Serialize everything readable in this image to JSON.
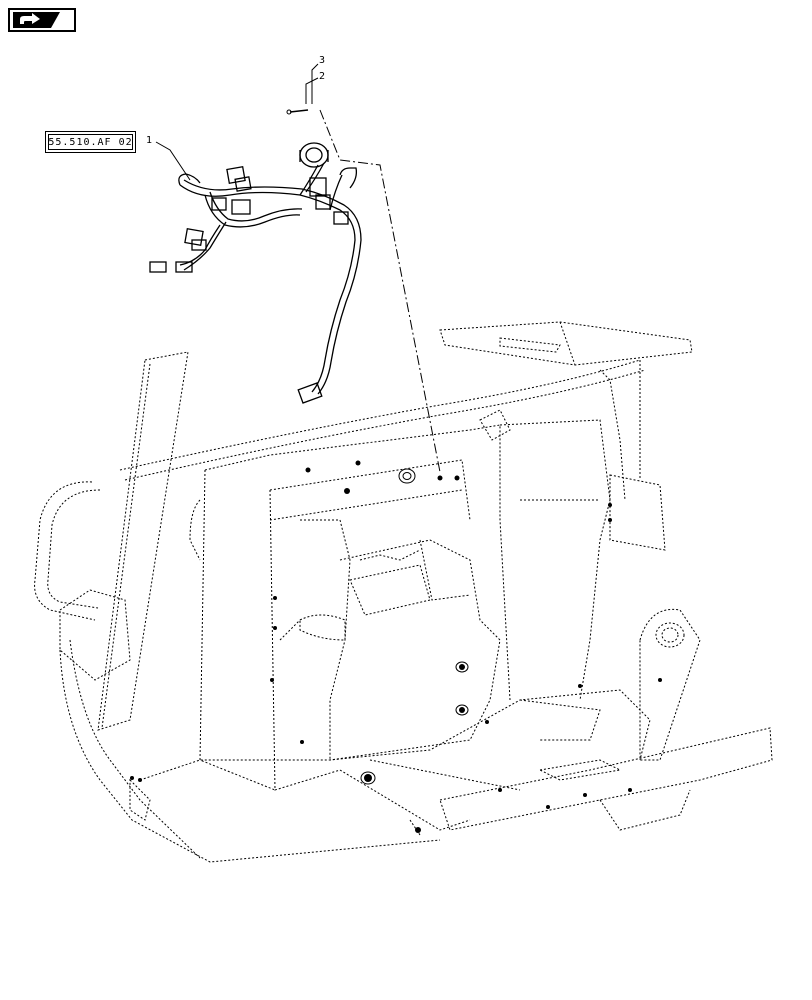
{
  "navigation": {
    "icon": "arrow-right-icon"
  },
  "reference_link": {
    "label": "55.510.AF 02"
  },
  "callouts": {
    "item_1": "1",
    "item_2": "2",
    "item_3": "3"
  },
  "colors": {
    "line": "#000000",
    "background": "#ffffff"
  }
}
